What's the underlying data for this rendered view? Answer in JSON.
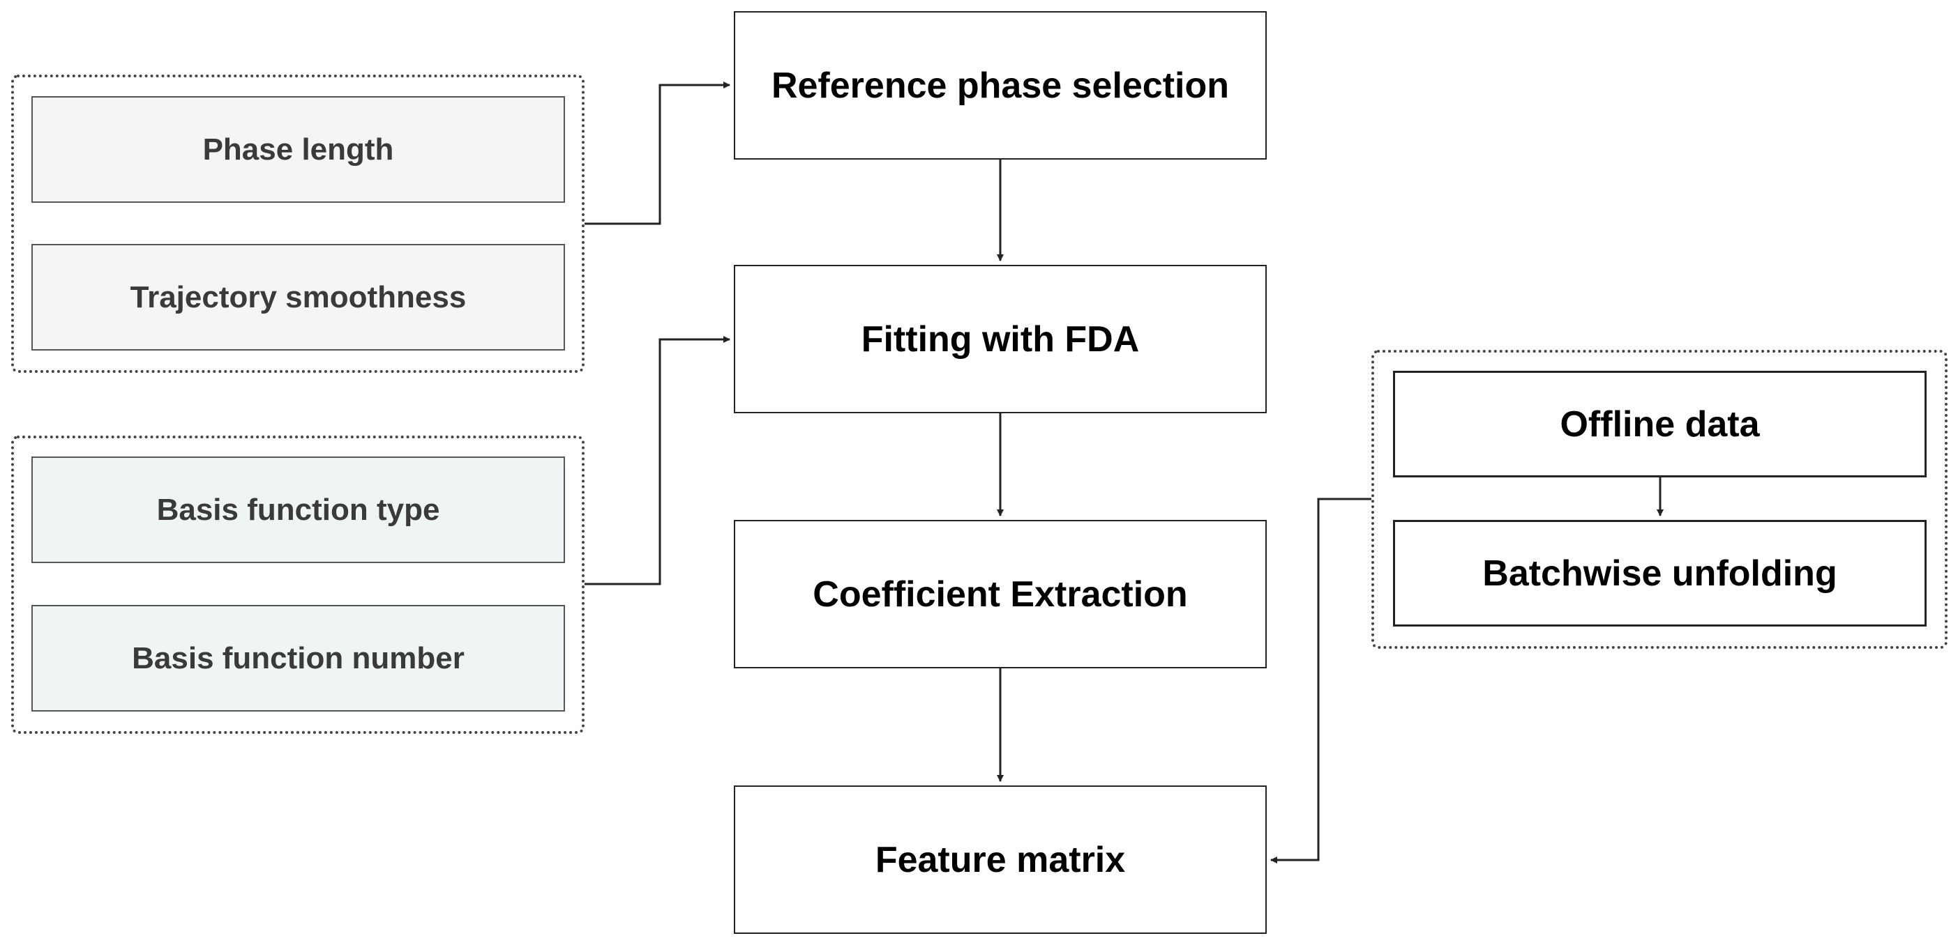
{
  "diagram": {
    "main_flow": {
      "reference_phase_selection": "Reference phase selection",
      "fitting_with_fda": "Fitting with FDA",
      "coefficient_extraction": "Coefficient Extraction",
      "feature_matrix": "Feature matrix"
    },
    "reference_params": {
      "phase_length": "Phase length",
      "trajectory_smoothness": "Trajectory smoothness"
    },
    "basis_params": {
      "basis_function_type": "Basis function type",
      "basis_function_number": "Basis function number"
    },
    "data_group": {
      "offline_data": "Offline data",
      "batchwise_unfolding": "Batchwise unfolding"
    }
  },
  "colors": {
    "line": "#222222",
    "param_grey_fill": "#f5f5f5",
    "param_teal_fill": "#eef5f4",
    "group_border": "#444444"
  }
}
